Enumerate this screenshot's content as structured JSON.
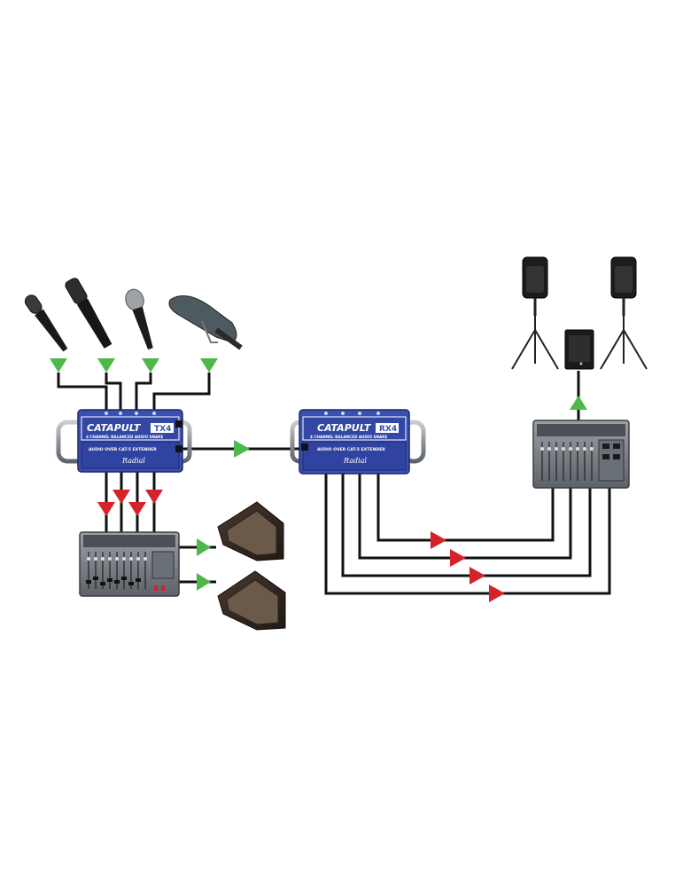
{
  "units": {
    "tx": {
      "brand": "CATAPULT",
      "model": "TX4",
      "subtitle": "4 CHANNEL BALANCED AUDIO SNAKE",
      "panel_text": "AUDIO OVER CAT-5 EXTENDER",
      "maker": "Radial"
    },
    "rx": {
      "brand": "CATAPULT",
      "model": "RX4",
      "subtitle": "4 CHANNEL BALANCED AUDIO SNAKE",
      "panel_text": "AUDIO OVER CAT-5 EXTENDER",
      "maker": "Radial"
    }
  },
  "colors": {
    "input_arrow": "#4fb84a",
    "output_arrow": "#d4232b",
    "unit_body": "#3a4fb0",
    "cable": "#111111"
  }
}
